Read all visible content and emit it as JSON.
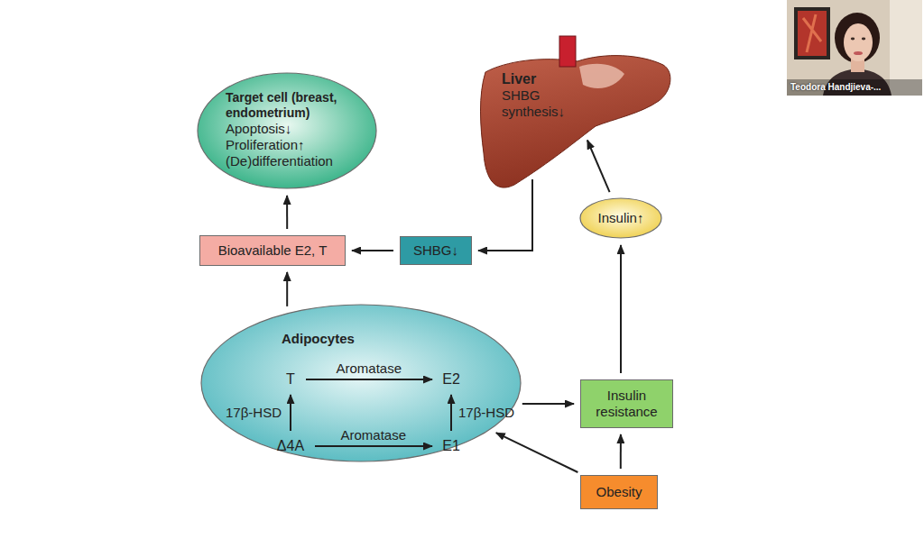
{
  "diagram": {
    "nodes": [
      {
        "text": [
          "Target cell (breast, endometrium)",
          "Apoptosis↓",
          "Proliferation↑",
          "(De)differentiation"
        ]
      },
      {
        "text": [
          "Liver",
          "SHBG synthesis↓"
        ]
      },
      {
        "text": [
          "Insulin↑"
        ]
      },
      {
        "text": [
          "Bioavailable E2, T"
        ]
      },
      {
        "text": [
          "SHBG↓"
        ]
      },
      {
        "text": [
          "Adipocytes"
        ]
      },
      {
        "text": [
          "T"
        ],
        "in": 5
      },
      {
        "text": [
          "E2"
        ],
        "in": 5
      },
      {
        "text": [
          "Δ4A"
        ],
        "in": 5
      },
      {
        "text": [
          "E1"
        ],
        "in": 5
      },
      {
        "text": [
          "Insulin resistance"
        ]
      },
      {
        "text": [
          "Obesity"
        ]
      }
    ],
    "edges": [
      {
        "from": 3,
        "to": 0,
        "arrow": "to"
      },
      {
        "from": 4,
        "to": 3,
        "arrow": "to"
      },
      {
        "from": 1,
        "to": 4,
        "arrow": "to"
      },
      {
        "from": 2,
        "to": 1,
        "arrow": "to"
      },
      {
        "from": 10,
        "to": 2,
        "arrow": "to"
      },
      {
        "from": 5,
        "to": 3,
        "arrow": "to"
      },
      {
        "from": 5,
        "to": 10,
        "arrow": "to"
      },
      {
        "from": 11,
        "to": 10,
        "arrow": "to"
      },
      {
        "from": 11,
        "to": 5,
        "arrow": "to"
      },
      {
        "from": 6,
        "to": 7,
        "label": "Aromatase",
        "arrow": "to"
      },
      {
        "from": 8,
        "to": 9,
        "label": "Aromatase",
        "arrow": "to"
      },
      {
        "from": 8,
        "to": 6,
        "label": "17β-HSD",
        "arrow": "to"
      },
      {
        "from": 9,
        "to": 7,
        "label": "17β-HSD",
        "arrow": "to"
      }
    ],
    "labels": [
      "Teodora Handjieva-..."
    ]
  }
}
